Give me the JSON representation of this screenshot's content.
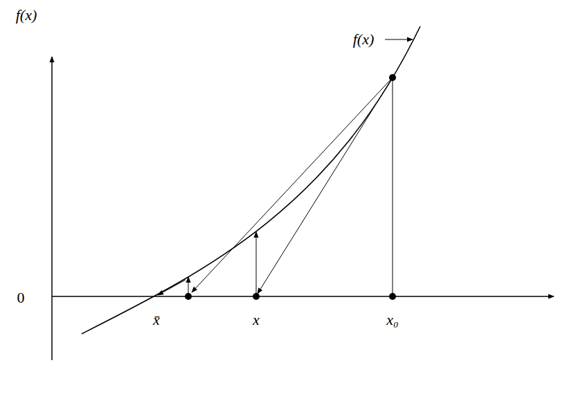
{
  "diagram": {
    "labels": [
      "f(x)",
      "f(x)",
      "0",
      "x̄",
      "x",
      "x₀"
    ]
  }
}
